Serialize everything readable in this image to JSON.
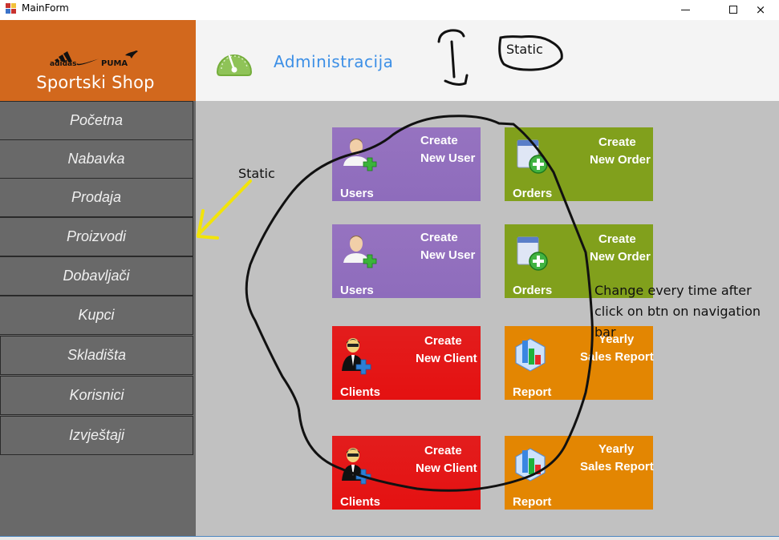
{
  "window": {
    "title": "MainForm",
    "controls": {
      "minimize": "minimize",
      "maximize": "maximize",
      "close": "×"
    }
  },
  "brand": {
    "logos": [
      "adidas",
      "nike",
      "PUMA"
    ],
    "shop_name": "Sportski Shop",
    "color": "#d2681d"
  },
  "header": {
    "icon": "dashboard-gauge-icon",
    "title": "Administracija",
    "title_color": "#3c8fe6"
  },
  "sidebar": {
    "items": [
      {
        "label": "Početna"
      },
      {
        "label": "Nabavka"
      },
      {
        "label": "Prodaja"
      },
      {
        "label": "Proizvodi"
      },
      {
        "label": "Dobavljači"
      },
      {
        "label": "Kupci"
      },
      {
        "label": "Skladišta"
      },
      {
        "label": "Korisnici"
      },
      {
        "label": "Izvještaji"
      }
    ]
  },
  "tiles": [
    {
      "line1": "Create",
      "line2": "New User",
      "category": "Users",
      "icon": "add-user-icon",
      "color": "#9673c0"
    },
    {
      "line1": "Create",
      "line2": "New Order",
      "category": "Orders",
      "icon": "add-order-icon",
      "color": "#81a01c"
    },
    {
      "line1": "Create",
      "line2": "New User",
      "category": "Users",
      "icon": "add-user-icon",
      "color": "#9673c0"
    },
    {
      "line1": "Create",
      "line2": "New Order",
      "category": "Orders",
      "icon": "add-order-icon",
      "color": "#81a01c"
    },
    {
      "line1": "Create",
      "line2": "New Client",
      "category": "Clients",
      "icon": "add-client-icon",
      "color": "#e31d1d"
    },
    {
      "line1": "Yearly",
      "line2": "Sales Report",
      "category": "Report",
      "icon": "bar-chart-icon",
      "color": "#e38602"
    },
    {
      "line1": "Create",
      "line2": "New Client",
      "category": "Clients",
      "icon": "add-client-icon",
      "color": "#e31d1d"
    },
    {
      "line1": "Yearly",
      "line2": "Sales Report",
      "category": "Report",
      "icon": "bar-chart-icon",
      "color": "#e38602"
    }
  ],
  "annotations": {
    "header_note": "Static",
    "sidebar_note": "Static",
    "content_note": [
      "Change every time after",
      "click on btn on navigation",
      "bar"
    ]
  }
}
